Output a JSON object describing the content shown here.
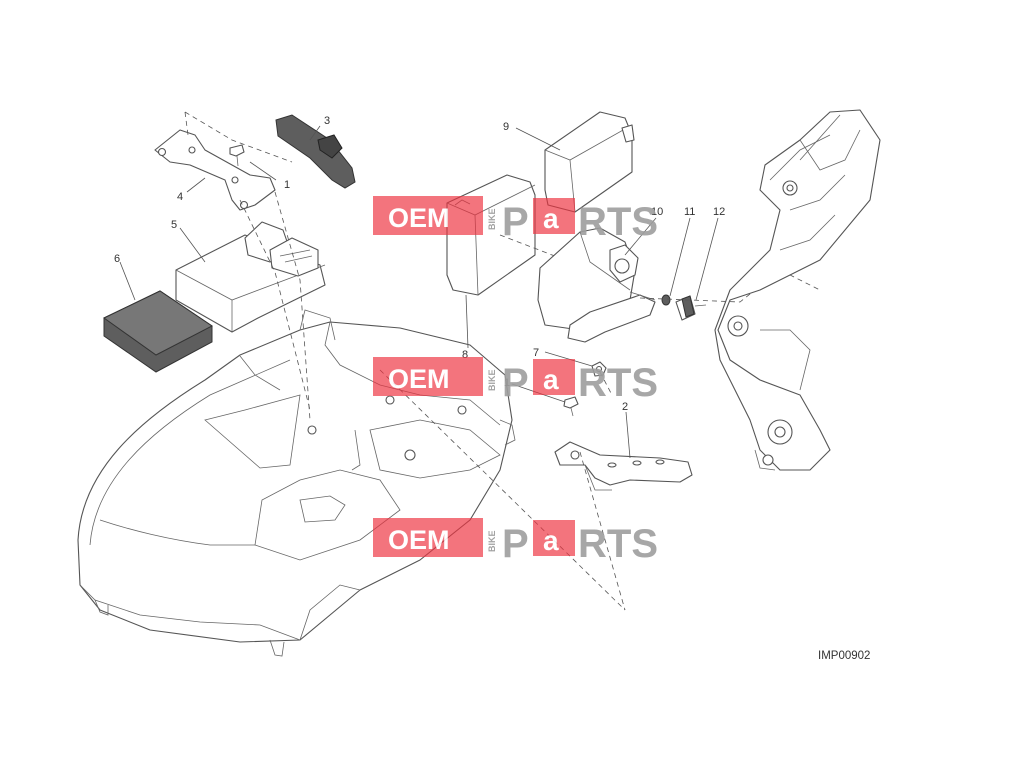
{
  "diagram": {
    "reference_code": "IMP00902",
    "callouts": [
      {
        "id": "c1a",
        "label": "1"
      },
      {
        "id": "c1b",
        "label": "1"
      },
      {
        "id": "c2",
        "label": "2"
      },
      {
        "id": "c3",
        "label": "3"
      },
      {
        "id": "c4",
        "label": "4"
      },
      {
        "id": "c5",
        "label": "5"
      },
      {
        "id": "c6",
        "label": "6"
      },
      {
        "id": "c7",
        "label": "7"
      },
      {
        "id": "c8",
        "label": "8"
      },
      {
        "id": "c9",
        "label": "9"
      },
      {
        "id": "c10",
        "label": "10"
      },
      {
        "id": "c11",
        "label": "11"
      },
      {
        "id": "c12",
        "label": "12"
      }
    ]
  },
  "watermark": {
    "oem": "OEM",
    "bike": "BIKE",
    "p": "P",
    "a": "a",
    "rts": "RTS",
    "colors": {
      "red": "#ee3340",
      "gray": "#9e9e9e"
    }
  }
}
